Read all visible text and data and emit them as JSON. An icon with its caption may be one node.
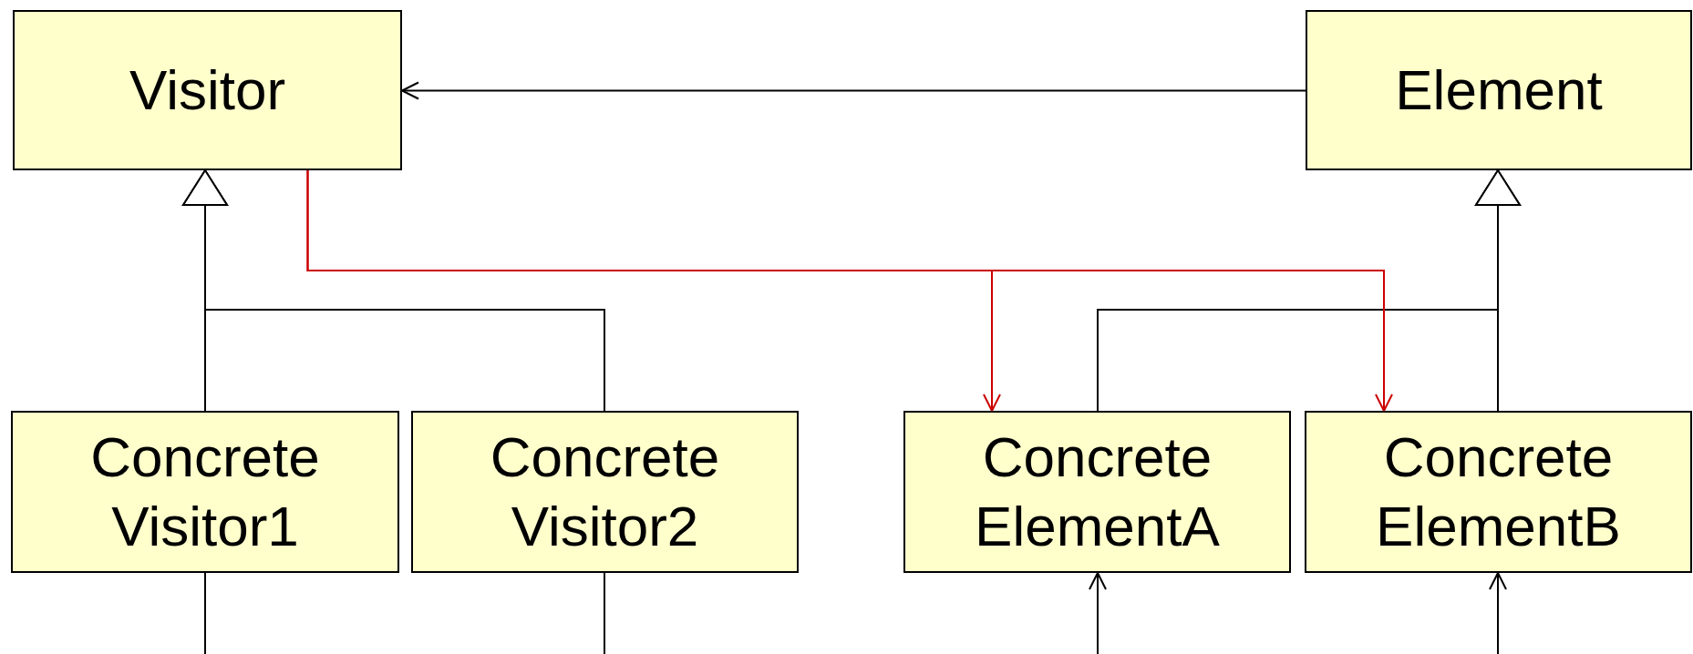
{
  "diagram": {
    "nodes": [
      {
        "text": [
          "Visitor"
        ]
      },
      {
        "text": [
          "Element"
        ]
      },
      {
        "text": [
          "Concrete Visitor1"
        ]
      },
      {
        "text": [
          "Concrete Visitor2"
        ]
      },
      {
        "text": [
          "Concrete ElementA"
        ]
      },
      {
        "text": [
          "Concrete ElementB"
        ]
      }
    ],
    "edges": [
      {
        "from": 1,
        "to": 0,
        "arrow": "to"
      },
      {
        "from": 2,
        "to": 0,
        "arrow": "to"
      },
      {
        "from": 3,
        "to": 0,
        "arrow": "to"
      },
      {
        "from": 4,
        "to": 1,
        "arrow": "to"
      },
      {
        "from": 5,
        "to": 1,
        "arrow": "to"
      },
      {
        "from": 0,
        "to": 4,
        "arrow": "to",
        "color": "#cc0000"
      },
      {
        "from": 0,
        "to": 5,
        "arrow": "to",
        "color": "#cc0000"
      },
      {
        "from": 2,
        "to": null,
        "arrow": "none"
      },
      {
        "from": 3,
        "to": null,
        "arrow": "none"
      },
      {
        "from": null,
        "to": 4,
        "arrow": "to"
      },
      {
        "from": null,
        "to": 5,
        "arrow": "to"
      }
    ]
  }
}
